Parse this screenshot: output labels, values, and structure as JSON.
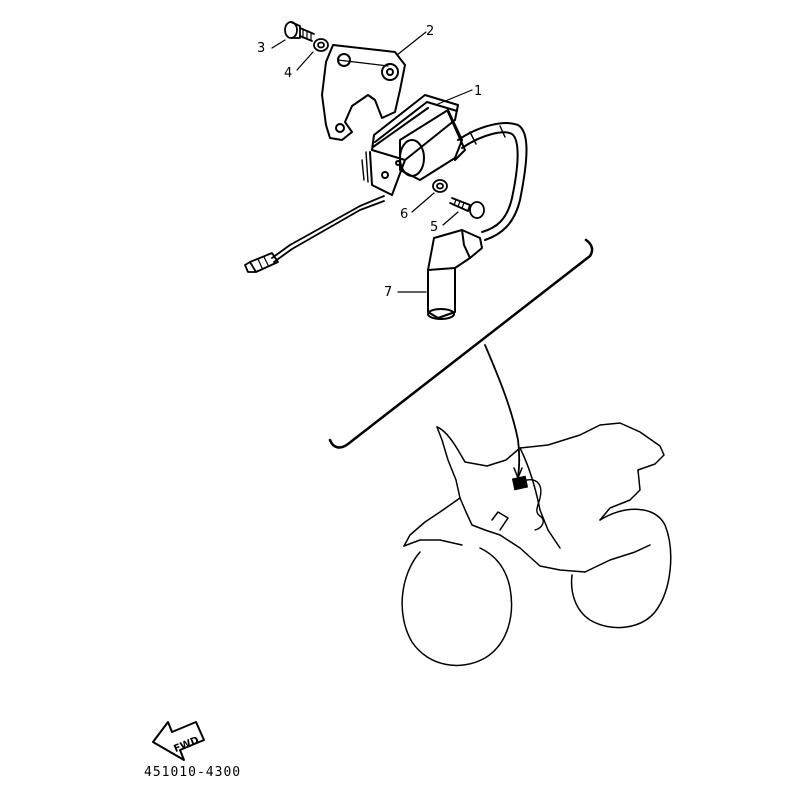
{
  "diagram": {
    "callouts": [
      {
        "id": "1",
        "label": "1"
      },
      {
        "id": "2",
        "label": "2"
      },
      {
        "id": "3",
        "label": "3"
      },
      {
        "id": "4",
        "label": "4"
      },
      {
        "id": "5",
        "label": "5"
      },
      {
        "id": "6",
        "label": "6"
      },
      {
        "id": "7",
        "label": "7"
      }
    ],
    "fwd_label": "FWD",
    "drawing_code": "451010-4300"
  }
}
